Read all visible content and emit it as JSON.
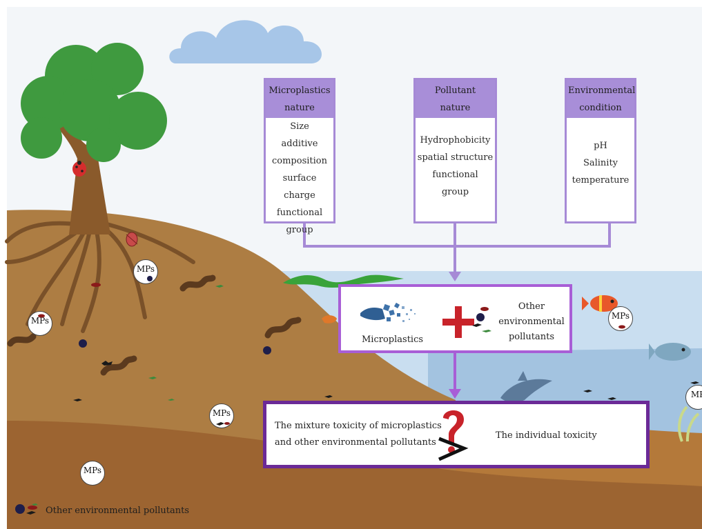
{
  "factors": {
    "microplastics": {
      "title": "Microplastics\nnature",
      "items": "Size\nadditive\ncomposition\nsurface charge\nfunctional\ngroup"
    },
    "pollutant": {
      "title": "Pollutant\nnature",
      "items": "Hydrophobicity\nspatial structure\nfunctional\ngroup"
    },
    "environment": {
      "title": "Environmental\ncondition",
      "items": "pH\nSalinity\ntemperature"
    }
  },
  "mixture": {
    "microplastics_label": "Microplastics",
    "other_label": "Other\nenvironmental\npollutants"
  },
  "comparison": {
    "mixture_toxicity": "The mixture toxicity of microplastics\nand other environmental pollutants",
    "individual_toxicity": "The individual toxicity"
  },
  "badges": {
    "mps": "MPs",
    "mps_partial": "MP"
  },
  "legend": {
    "label": "Other environmental pollutants"
  },
  "colors": {
    "box_header": "#a88ed8",
    "mixture_border": "#a85ed6",
    "comparison_border": "#6b2a97",
    "plus": "#c8232a",
    "question": "#c8232a",
    "soil": "#a8773e",
    "water": "#aecdeb",
    "tree": "#3f9a3f"
  }
}
